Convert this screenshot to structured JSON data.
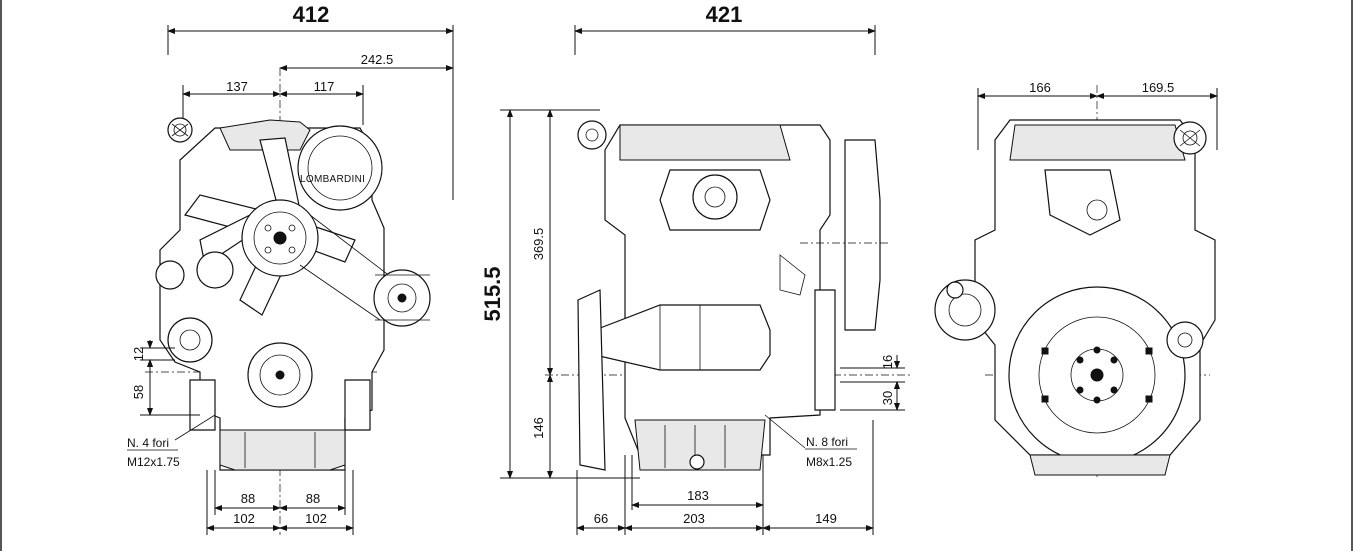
{
  "drawing": {
    "front_view": {
      "overall_width": "412",
      "right_offset": "242.5",
      "left_fan": "137",
      "right_fan": "117",
      "height_12": "12",
      "height_58": "58",
      "foot_left": "88",
      "foot_right": "88",
      "base_left": "102",
      "base_right": "102",
      "holes_note": "N. 4 fori",
      "holes_thread": "M12x1.75",
      "brand_label": "LOMBARDINI"
    },
    "side_view": {
      "overall_width": "421",
      "total_height": "515.5",
      "upper_height": "369.5",
      "lower_height": "146",
      "right_16": "16",
      "right_30": "30",
      "inner_183": "183",
      "bottom_66": "66",
      "bottom_203": "203",
      "bottom_149": "149",
      "holes_note": "N. 8 fori",
      "holes_thread": "M8x1.25"
    },
    "rear_view": {
      "left_width": "166",
      "right_width": "169.5"
    }
  }
}
